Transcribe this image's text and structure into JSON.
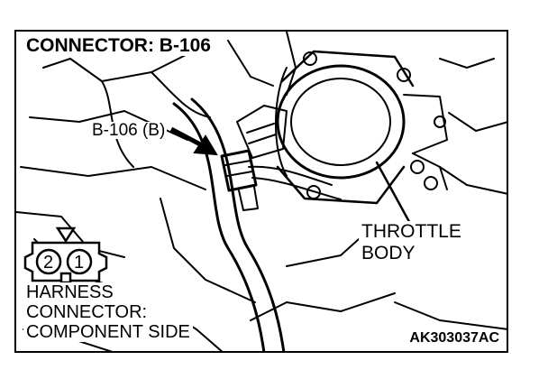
{
  "title": "CONNECTOR: B-106",
  "callout": "B-106 (B)",
  "component_label": {
    "line1": "THROTTLE",
    "line2": "BODY"
  },
  "connector_view": {
    "line1": "HARNESS",
    "line2": "CONNECTOR:",
    "line3": "COMPONENT SIDE"
  },
  "connector_pins": [
    "2",
    "1"
  ],
  "figure_code": "AK303037AC"
}
